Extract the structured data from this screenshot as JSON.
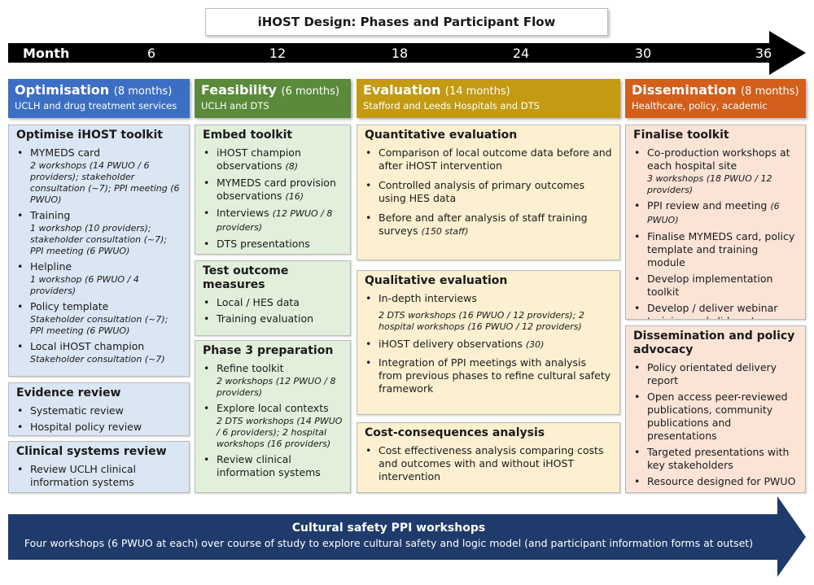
{
  "title": "iHOST Design: Phases and Participant Flow",
  "timeline": {
    "label": "Month",
    "ticks": [
      "6",
      "12",
      "18",
      "24",
      "30",
      "36"
    ],
    "color": "#000000"
  },
  "phases": [
    {
      "name": "Optimisation",
      "duration": "(8 months)",
      "subtitle": "UCLH and drug treatment services",
      "color": "#3c6fc4",
      "boxes": [
        {
          "heading": "Optimise iHOST toolkit",
          "items": [
            {
              "text": "MYMEDS card",
              "detail": "2 workshops (14 PWUO / 6 providers); stakeholder consultation (~7); PPI meeting (6 PWUO)"
            },
            {
              "text": "Training",
              "detail": "1 workshop (10 providers); stakeholder consultation (~7); PPI meeting (6 PWUO)"
            },
            {
              "text": "Helpline",
              "detail": "1 workshop (6 PWUO / 4 providers)"
            },
            {
              "text": "Policy template",
              "detail": "Stakeholder consultation (~7); PPI meeting (6 PWUO)"
            },
            {
              "text": "Local iHOST champion",
              "detail": "Stakeholder consultation (~7)"
            }
          ]
        },
        {
          "heading": "Evidence review",
          "items": [
            {
              "text": "Systematic review"
            },
            {
              "text": "Hospital policy review"
            }
          ]
        },
        {
          "heading": "Clinical systems review",
          "items": [
            {
              "text": "Review UCLH clinical information systems"
            }
          ]
        }
      ]
    },
    {
      "name": "Feasibility",
      "duration": "(6 months)",
      "subtitle": "UCLH and DTS",
      "color": "#5a8a3a",
      "boxes": [
        {
          "heading": "Embed toolkit",
          "items": [
            {
              "text": "iHOST champion observations",
              "inline": "(8)"
            },
            {
              "text": "MYMEDS card provision observations",
              "inline": "(16)"
            },
            {
              "text": "Interviews",
              "inline": "(12 PWUO / 8 providers)"
            },
            {
              "text": "DTS presentations"
            }
          ]
        },
        {
          "heading": "Test outcome measures",
          "items": [
            {
              "text": "Local / HES data"
            },
            {
              "text": "Training evaluation"
            }
          ]
        },
        {
          "heading": "Phase 3 preparation",
          "items": [
            {
              "text": "Refine toolkit",
              "detail": "2 workshops (12 PWUO / 8 providers)"
            },
            {
              "text": "Explore local contexts",
              "detail": "2 DTS workshops (14 PWUO / 6 providers); 2 hospital workshops (16 providers)"
            },
            {
              "text": "Review clinical information systems"
            }
          ]
        }
      ]
    },
    {
      "name": "Evaluation",
      "duration": "(14 months)",
      "subtitle": "Stafford and Leeds Hospitals and DTS",
      "color": "#c39a12",
      "boxes": [
        {
          "heading": "Quantitative evaluation",
          "items": [
            {
              "text": "Comparison of local outcome data before and after iHOST intervention"
            },
            {
              "text": "Controlled analysis of primary outcomes using HES data"
            },
            {
              "text": "Before and after analysis of staff training surveys",
              "inline": "(150 staff)"
            }
          ]
        },
        {
          "heading": "Qualitative evaluation",
          "items": [
            {
              "text": "In-depth interviews",
              "detail": "2 DTS workshops (16 PWUO / 12 providers); 2 hospital workshops (16 PWUO / 12 providers)"
            },
            {
              "text": "iHOST delivery observations",
              "inline": "(30)"
            },
            {
              "text": "Integration of PPI meetings with analysis from previous phases to refine cultural safety framework"
            }
          ]
        },
        {
          "heading": "Cost-consequences analysis",
          "items": [
            {
              "text": "Cost effectiveness analysis comparing costs and outcomes with and without iHOST intervention"
            }
          ]
        }
      ]
    },
    {
      "name": "Dissemination",
      "duration": "(8 months)",
      "subtitle": "Healthcare, policy, academic",
      "color": "#d35f1b",
      "boxes": [
        {
          "heading": "Finalise toolkit",
          "items": [
            {
              "text": "Co-production workshops at each hospital site",
              "detail": "3 workshops (18 PWUO / 12 providers)"
            },
            {
              "text": "PPI review and meeting",
              "inline": "(6 PWUO)"
            },
            {
              "text": "Finalise MYMEDS card, policy template and training module"
            },
            {
              "text": "Develop implementation toolkit"
            },
            {
              "text": "Develop / deliver webinar training and slide-sets"
            }
          ]
        },
        {
          "heading": "Dissemination and policy advocacy",
          "items": [
            {
              "text": "Policy orientated delivery report"
            },
            {
              "text": "Open access peer-reviewed publications, community publications and presentations"
            },
            {
              "text": "Targeted presentations with key stakeholders"
            },
            {
              "text": "Resource designed for PWUO"
            }
          ]
        }
      ]
    }
  ],
  "ppi": {
    "title": "Cultural safety PPI workshops",
    "description": "Four workshops (6 PWUO at each) over course of study to explore cultural safety and logic model (and participant information forms at outset)",
    "color": "#1f3b6c"
  }
}
